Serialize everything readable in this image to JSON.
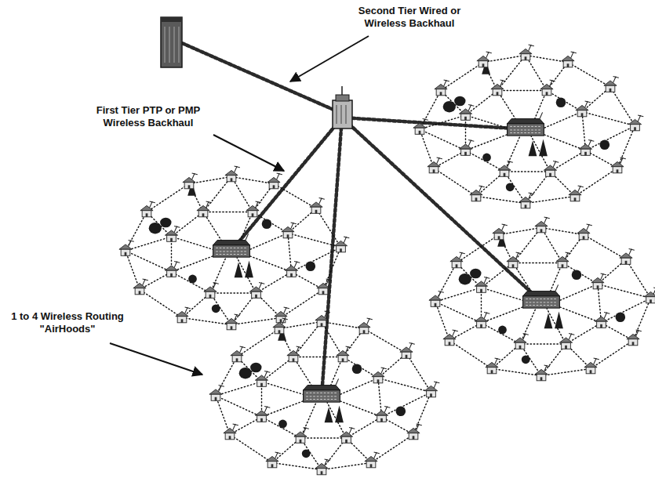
{
  "diagram": {
    "labels": [
      "Second Tier Wired or Wireless Backhaul",
      "First Tier PTP or PMP Wireless Backhaul",
      "1 to 4 Wireless Routing \"AirHoods\""
    ]
  }
}
